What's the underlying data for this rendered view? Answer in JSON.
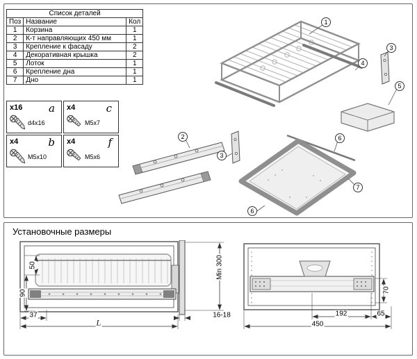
{
  "parts_table": {
    "title": "Список деталей",
    "columns": {
      "pos": "Поз",
      "name": "Название",
      "qty": "Кол"
    },
    "rows": [
      {
        "pos": "1",
        "name": "Корзина",
        "qty": "1"
      },
      {
        "pos": "2",
        "name": "К-т направляющих 450 мм",
        "qty": "1"
      },
      {
        "pos": "3",
        "name": "Крепление к фасаду",
        "qty": "2"
      },
      {
        "pos": "4",
        "name": "Декоративная крышка",
        "qty": "2"
      },
      {
        "pos": "5",
        "name": "Лоток",
        "qty": "1"
      },
      {
        "pos": "6",
        "name": "Крепление дна",
        "qty": "1"
      },
      {
        "pos": "7",
        "name": "Дно",
        "qty": "1"
      }
    ]
  },
  "hardware": [
    {
      "count": "x16",
      "letter": "a",
      "size": "d4x16"
    },
    {
      "count": "x4",
      "letter": "c",
      "size": "M5x7"
    },
    {
      "count": "x4",
      "letter": "b",
      "size": "M5x10"
    },
    {
      "count": "x4",
      "letter": "f",
      "size": "M5x6"
    }
  ],
  "exploded": {
    "balloons": [
      {
        "label": "1"
      },
      {
        "label": "3"
      },
      {
        "label": "4"
      },
      {
        "label": "5"
      },
      {
        "label": "2"
      },
      {
        "label": "3"
      },
      {
        "label": "6"
      },
      {
        "label": "7"
      },
      {
        "label": "6"
      }
    ]
  },
  "dimensions": {
    "title": "Установочные размеры",
    "left_view": {
      "height_upper": "50",
      "height_lower": "90",
      "min_height": "Min 300",
      "offset_front": "37",
      "length": "L",
      "facade_thickness": "16-18"
    },
    "right_view": {
      "rail_height": "70",
      "span_inner": "192",
      "span_side": "65",
      "total_width": "450"
    }
  }
}
